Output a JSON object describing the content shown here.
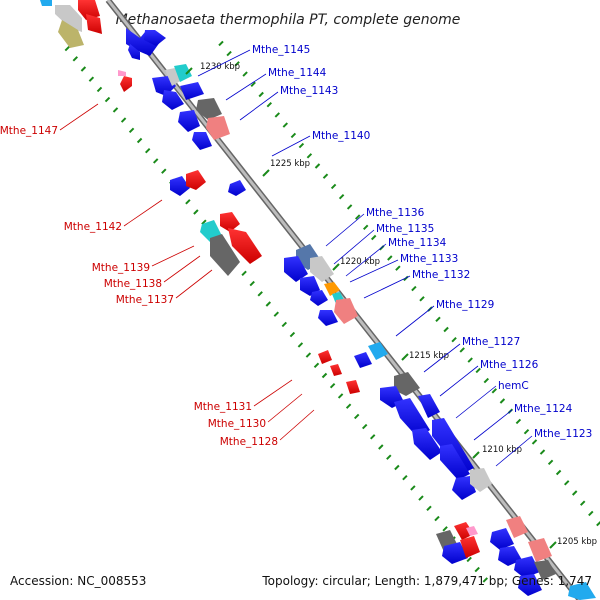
{
  "title": "Methanosaeta thermophila PT, complete genome",
  "footer": {
    "accession": "Accession: NC_008553",
    "summary": "Topology: circular; Length: 1,879,471 bp; Genes: 1,747"
  },
  "colors": {
    "forward_label": "#0000cc",
    "reverse_label": "#cc0000",
    "backbone": "#888888",
    "tick": "#1a8a1a"
  },
  "kbp_marks": [
    {
      "text": "1230 kbp"
    },
    {
      "text": "1225 kbp"
    },
    {
      "text": "1220 kbp"
    },
    {
      "text": "1215 kbp"
    },
    {
      "text": "1210 kbp"
    },
    {
      "text": "1205 kbp"
    }
  ],
  "labels": [
    {
      "text": "Mthe_1145",
      "strand": "forward"
    },
    {
      "text": "Mthe_1144",
      "strand": "forward"
    },
    {
      "text": "Mthe_1143",
      "strand": "forward"
    },
    {
      "text": "Mthe_1140",
      "strand": "forward"
    },
    {
      "text": "Mthe_1136",
      "strand": "forward"
    },
    {
      "text": "Mthe_1135",
      "strand": "forward"
    },
    {
      "text": "Mthe_1134",
      "strand": "forward"
    },
    {
      "text": "Mthe_1133",
      "strand": "forward"
    },
    {
      "text": "Mthe_1132",
      "strand": "forward"
    },
    {
      "text": "Mthe_1129",
      "strand": "forward"
    },
    {
      "text": "Mthe_1127",
      "strand": "forward"
    },
    {
      "text": "Mthe_1126",
      "strand": "forward"
    },
    {
      "text": "hemC",
      "strand": "forward"
    },
    {
      "text": "Mthe_1124",
      "strand": "forward"
    },
    {
      "text": "Mthe_1123",
      "strand": "forward"
    },
    {
      "text": "Mthe_1147",
      "strand": "reverse"
    },
    {
      "text": "Mthe_1142",
      "strand": "reverse"
    },
    {
      "text": "Mthe_1139",
      "strand": "reverse"
    },
    {
      "text": "Mthe_1138",
      "strand": "reverse"
    },
    {
      "text": "Mthe_1137",
      "strand": "reverse"
    },
    {
      "text": "Mthe_1131",
      "strand": "reverse"
    },
    {
      "text": "Mthe_1130",
      "strand": "reverse"
    },
    {
      "text": "Mthe_1128",
      "strand": "reverse"
    }
  ]
}
